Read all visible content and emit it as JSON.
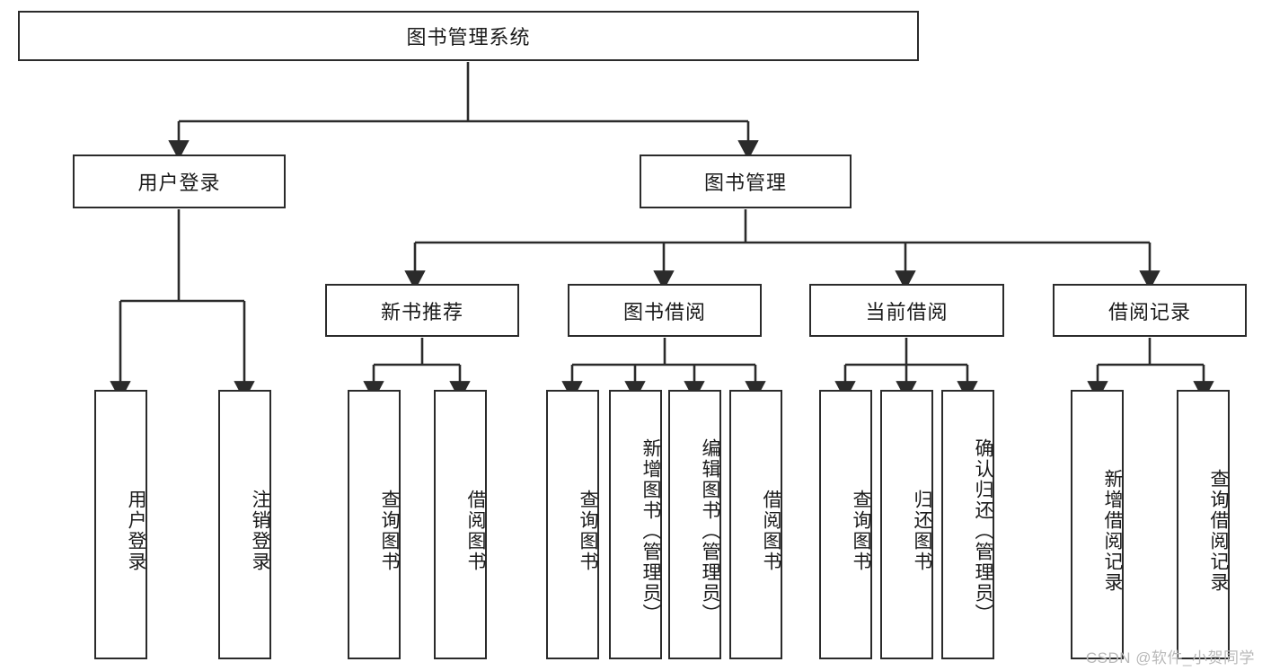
{
  "diagram": {
    "type": "tree-hierarchy",
    "title": "图书管理系统",
    "root": {
      "label": "图书管理系统"
    },
    "level2": [
      {
        "id": "user-login",
        "label": "用户登录"
      },
      {
        "id": "book-management",
        "label": "图书管理"
      }
    ],
    "level3": [
      {
        "id": "new-book-recommend",
        "label": "新书推荐",
        "parent": "book-management"
      },
      {
        "id": "book-borrow",
        "label": "图书借阅",
        "parent": "book-management"
      },
      {
        "id": "current-borrow",
        "label": "当前借阅",
        "parent": "book-management"
      },
      {
        "id": "borrow-record",
        "label": "借阅记录",
        "parent": "book-management"
      }
    ],
    "leaves": [
      {
        "id": "leaf-user-login",
        "label": "用户登录",
        "parent": "user-login"
      },
      {
        "id": "leaf-logout-login",
        "label": "注销登录",
        "parent": "user-login"
      },
      {
        "id": "leaf-query-book-1",
        "label": "查询图书",
        "parent": "new-book-recommend"
      },
      {
        "id": "leaf-borrow-book-1",
        "label": "借阅图书",
        "parent": "new-book-recommend"
      },
      {
        "id": "leaf-query-book-2",
        "label": "查询图书",
        "parent": "book-borrow"
      },
      {
        "id": "leaf-add-book",
        "label": "新增图书（管理员）",
        "parent": "book-borrow"
      },
      {
        "id": "leaf-edit-book",
        "label": "编辑图书（管理员）",
        "parent": "book-borrow"
      },
      {
        "id": "leaf-borrow-book-2",
        "label": "借阅图书",
        "parent": "book-borrow"
      },
      {
        "id": "leaf-query-book-3",
        "label": "查询图书",
        "parent": "current-borrow"
      },
      {
        "id": "leaf-return-book",
        "label": "归还图书",
        "parent": "current-borrow"
      },
      {
        "id": "leaf-confirm-return",
        "label": "确认归还（管理员）",
        "parent": "current-borrow"
      },
      {
        "id": "leaf-add-record",
        "label": "新增借阅记录",
        "parent": "borrow-record"
      },
      {
        "id": "leaf-query-record",
        "label": "查询借阅记录",
        "parent": "borrow-record"
      }
    ],
    "colors": {
      "stroke": "#2b2b2b",
      "fill": "#ffffff",
      "text": "#1a1a1a",
      "watermark": "#b9b9b9"
    }
  },
  "watermark": {
    "text": "CSDN @软件_小贺同学"
  }
}
